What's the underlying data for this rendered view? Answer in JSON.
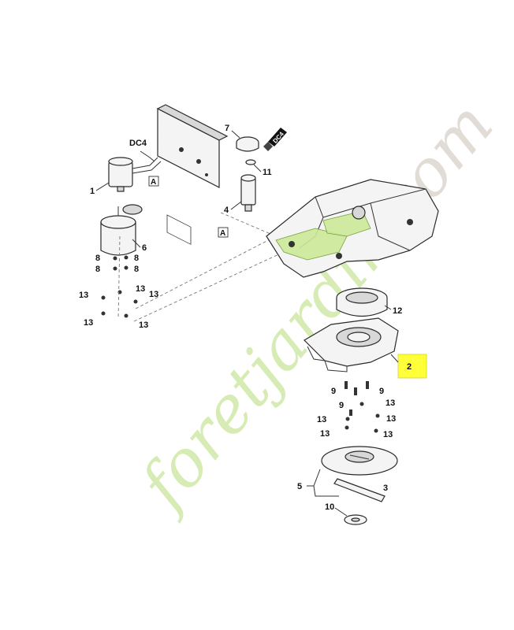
{
  "labels": {
    "dc4_pcb": "DC4",
    "dc4_tube": "DC4",
    "p1": "1",
    "p2": "2",
    "p3": "3",
    "p4": "4",
    "p5": "5",
    "p6": "6",
    "p7": "7",
    "p8": "8",
    "p9": "9",
    "p10": "10",
    "p11": "11",
    "p12": "12",
    "p13": "13",
    "ref_a": "A"
  },
  "watermark": {
    "text_main": "foretjardin",
    "text_suffix": ".com",
    "color_green": "#b7dc7a",
    "color_orange": "#f2b26a",
    "color_grey": "#c9c1b6"
  },
  "colors": {
    "highlight": "#ffff3a",
    "line": "#2a2a2a",
    "accent_green": "#cde99a"
  }
}
